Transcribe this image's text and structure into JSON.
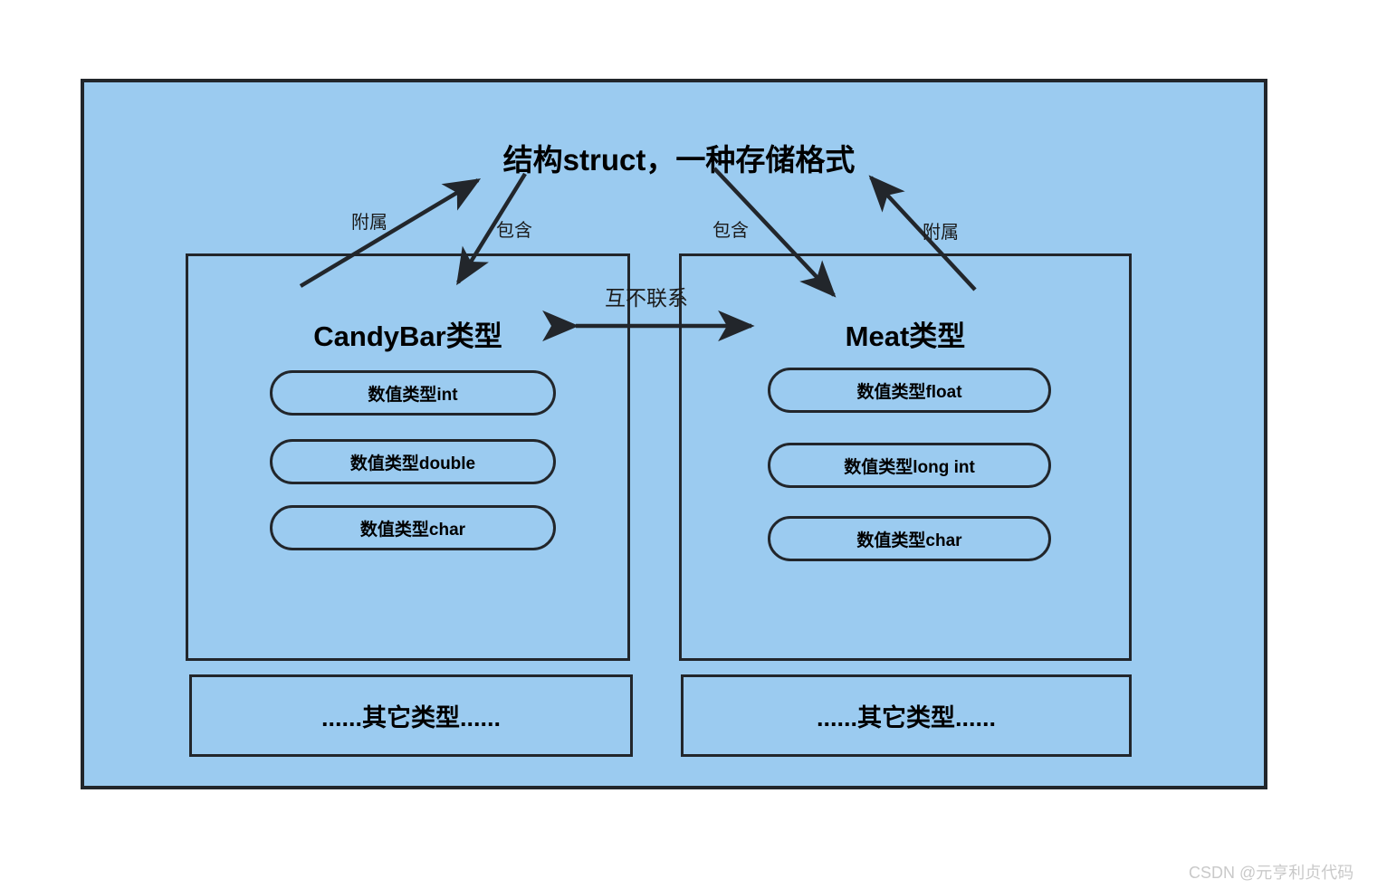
{
  "diagram": {
    "title": "结构struct，一种存储格式",
    "groups": [
      {
        "heading": "CandyBar类型",
        "fields": [
          "数值类型int",
          "数值类型double",
          "数值类型char"
        ],
        "other": "......其它类型......"
      },
      {
        "heading": "Meat类型",
        "fields": [
          "数值类型float",
          "数值类型long int",
          "数值类型char"
        ],
        "other": "......其它类型......"
      }
    ],
    "relations": {
      "left_attach": "附属",
      "left_contain": "包含",
      "right_contain": "包含",
      "right_attach": "附属",
      "unrelated": "互不联系"
    },
    "colors": {
      "panel_fill": "#9BCBF0",
      "stroke": "#22262b",
      "text": "#000000",
      "watermark": "#c9c9c9"
    }
  },
  "watermark": "CSDN @元亨利贞代码"
}
